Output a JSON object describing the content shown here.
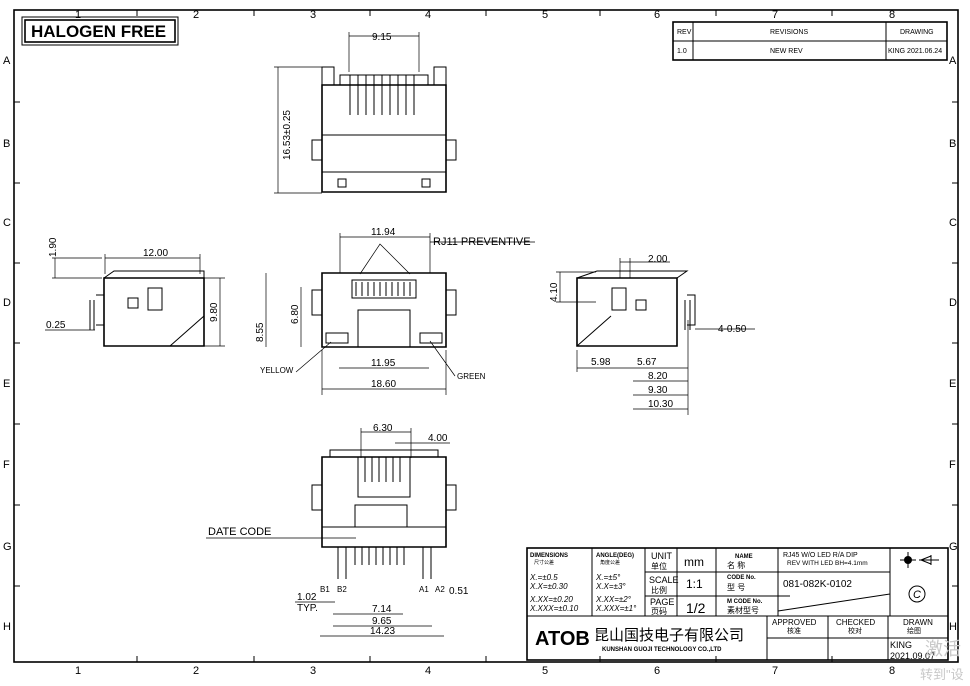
{
  "banner": "HALOGEN FREE",
  "zones": {
    "columns": [
      "1",
      "2",
      "3",
      "4",
      "5",
      "6",
      "7",
      "8"
    ],
    "rows": [
      "A",
      "B",
      "C",
      "D",
      "E",
      "F",
      "G",
      "H"
    ]
  },
  "revisions": {
    "headers": {
      "rev": "REV",
      "revisions": "REVISIONS",
      "drawing": "DRAWING"
    },
    "rows": [
      {
        "rev": "1.0",
        "description": "NEW REV",
        "drawing": "KING  2021.06.24"
      }
    ]
  },
  "dimensions": {
    "top_view": {
      "width": "9.15",
      "height": "16.53±0.25"
    },
    "front_view": {
      "top": "11.94",
      "note": "RJ11  PREVENTIVE",
      "h1": "8.55",
      "h2": "6.80",
      "led_left": "YELLOW",
      "led_right": "GREEN",
      "inner": "11.95",
      "overall": "18.60"
    },
    "left_view": {
      "top": "1.90",
      "width": "12.00",
      "height": "9.80",
      "pin": "0.25"
    },
    "right_view": {
      "top": "2.00",
      "side": "4.10",
      "hole": "4-0.50",
      "d1": "5.98",
      "d2": "5.67",
      "d3": "8.20",
      "d4": "9.30",
      "d5": "10.30"
    },
    "bottom_view": {
      "d1": "6.30",
      "d2": "4.00",
      "date_code": "DATE CODE",
      "b1": "B1",
      "b2": "B2",
      "a1": "A1",
      "a2": "A2",
      "pin": "0.51",
      "pitch": "1.02",
      "typ": "TYP.",
      "d3": "7.14",
      "d4": "9.65",
      "d5": "14.23"
    }
  },
  "title_block": {
    "dimensions_label": "DIMENSIONS",
    "dimensions_cn": "尺寸公差",
    "angle_label": "ANGLE(DEG)",
    "angle_cn": "角度公差",
    "tol": [
      [
        "X.=±0.5",
        "X.=±5°"
      ],
      [
        "X.X=±0.30",
        "X.X=±3°"
      ],
      [
        "X.XX=±0.20",
        "X.XX=±2°"
      ],
      [
        "X.XXX=±0.10",
        "X.XXX=±1°"
      ]
    ],
    "unit_label": "UNIT",
    "unit_cn": "单位",
    "unit": "mm",
    "scale_label": "SCALE",
    "scale_cn": "比例",
    "scale": "1:1",
    "page_label": "PAGE",
    "page_cn": "页码",
    "page": "1/2",
    "name_label": "NAME",
    "name_cn": "名    称",
    "name": "RJ45 W/O LED R/A DIP",
    "name2": "REV WITH LED BH=4.1mm",
    "code_label": "CODE No.",
    "code_cn": "型    号",
    "code": "081-082K-0102",
    "mcode_label": "M CODE No.",
    "mcode_cn": "素材型号",
    "revision_mark": "C",
    "company_logo": "ATOB",
    "company_cn": "昆山国技电子有限公司",
    "company_en": "KUNSHAN GUOJI TECHNOLOGY CO.,LTD",
    "approved_label": "APPROVED",
    "approved_cn": "核准",
    "checked_label": "CHECKED",
    "checked_cn": "校对",
    "drawn_label": "DRAWN",
    "drawn_cn": "绘图",
    "drawn_by": "KING",
    "drawn_date": "2021.09.07"
  },
  "watermark": {
    "line1": "激活",
    "line2": "转到\"设"
  }
}
